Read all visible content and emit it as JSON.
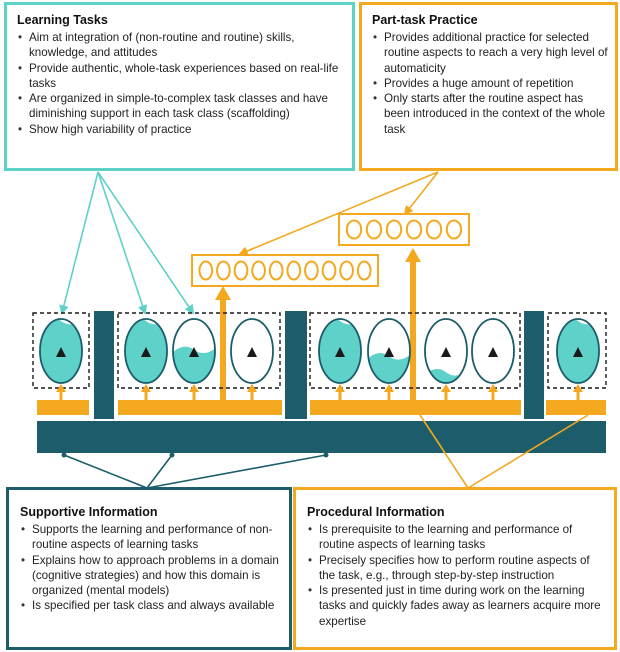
{
  "learning_tasks": {
    "title": "Learning Tasks",
    "items": [
      "Aim at integration of (non-routine and routine) skills, knowledge, and attitudes",
      "Provide authentic, whole-task experiences based on real-life tasks",
      "Are organized in simple-to-complex task classes and have diminishing support in each task class (scaffolding)",
      "Show high variability of practice"
    ]
  },
  "part_task_practice": {
    "title": "Part-task Practice",
    "items": [
      "Provides additional practice for selected routine aspects to reach a very high level of automaticity",
      "Provides a huge amount of repetition",
      "Only starts after the routine aspect has been introduced in the context of the whole task"
    ]
  },
  "supportive_information": {
    "title": "Supportive Information",
    "items": [
      "Supports the learning and performance of non-routine aspects of learning tasks",
      "Explains how to approach problems in a domain (cognitive strategies) and how this domain is organized (mental models)",
      "Is specified per task class and always available"
    ]
  },
  "procedural_information": {
    "title": "Procedural Information",
    "items": [
      "Is prerequisite to the learning and performance of routine aspects of learning tasks",
      "Precisely specifies how to perform routine aspects of the task, e.g., through step-by-step instruction",
      "Is presented just in time during work on the learning tasks and quickly fades away as learners acquire more expertise"
    ]
  },
  "colors": {
    "teal": "#5ed1c9",
    "orange": "#f3a81f",
    "navy": "#1c5c6b"
  },
  "task_fill_levels": [
    1.0,
    1.0,
    0.55,
    0.0,
    1.0,
    0.45,
    0.2,
    0.0,
    1.0
  ],
  "practice_groups": [
    {
      "circle_count": 10
    },
    {
      "circle_count": 6
    }
  ]
}
